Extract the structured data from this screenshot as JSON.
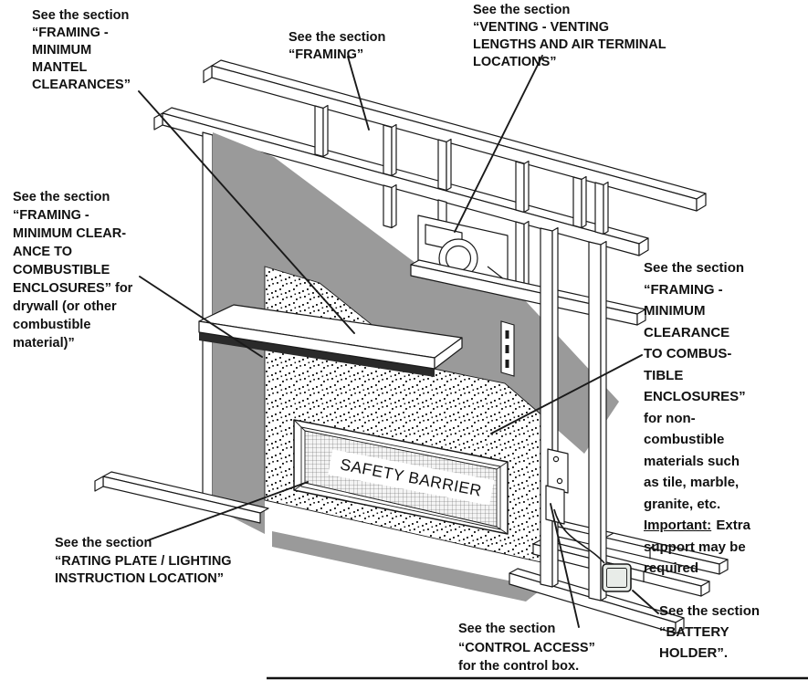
{
  "colors": {
    "drywall-gray": "#9a9a9a",
    "line": "#1a1a1a",
    "battery-fill": "#e8ece8",
    "mesh-line": "#606060",
    "mantel-shadow": "#2a2a2a"
  },
  "labels": {
    "mantel": {
      "lines": [
        "See the section",
        "“FRAMING -",
        "MINIMUM",
        "MANTEL",
        "CLEARANCES”"
      ]
    },
    "framing": {
      "lines": [
        "See the section",
        "“FRAMING”"
      ]
    },
    "venting": {
      "lines": [
        "See the section",
        "“VENTING - VENTING",
        "LENGTHS AND AIR TERMINAL",
        "LOCATIONS”"
      ]
    },
    "combustible": {
      "lines": [
        "See the section",
        "“FRAMING -",
        "MINIMUM CLEAR-",
        "ANCE TO",
        "COMBUSTIBLE",
        "ENCLOSURES” for",
        "drywall (or other",
        "combustible",
        "material)”"
      ]
    },
    "noncombustible": {
      "lines": [
        "See the section",
        "“FRAMING -",
        "MINIMUM",
        "CLEARANCE",
        "TO COMBUS-",
        "TIBLE",
        "ENCLOSURES”",
        "for non-",
        "combustible",
        "materials such",
        "as tile, marble,",
        "granite, etc."
      ],
      "important_word": "Important:",
      "important_rest": "Extra",
      "tail_lines": [
        "support may be",
        "required"
      ]
    },
    "rating": {
      "lines": [
        "See the section",
        "“RATING PLATE / LIGHTING",
        "INSTRUCTION LOCATION”"
      ]
    },
    "control": {
      "lines": [
        "See the section",
        "“CONTROL ACCESS”",
        "for the control box."
      ]
    },
    "battery": {
      "lines": [
        "See the section",
        "“BATTERY",
        "HOLDER”."
      ]
    }
  },
  "diagram": {
    "safety_barrier_label": "SAFETY BARRIER"
  }
}
